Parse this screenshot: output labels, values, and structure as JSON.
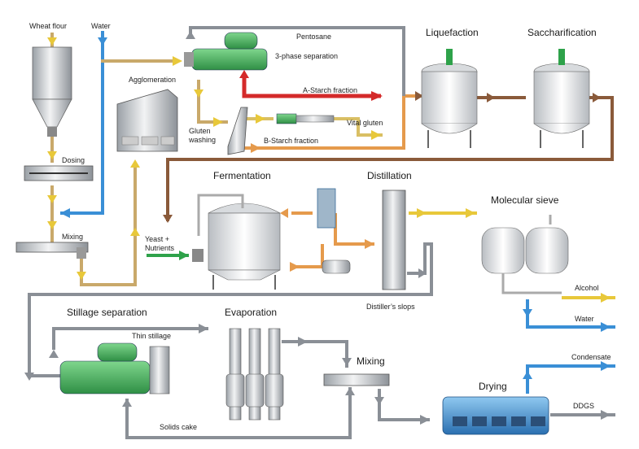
{
  "labels": {
    "wheat_flour": "Wheat flour",
    "water_in": "Water",
    "pentosane": "Pentosane",
    "liquefaction": "Liquefaction",
    "saccharification": "Saccharification",
    "three_phase": "3-phase separation",
    "agglomeration": "Agglomeration",
    "a_starch": "A-Starch fraction",
    "gluten_washing": "Gluten\nwashing",
    "vital_gluten": "Vital gluten",
    "b_starch": "B-Starch fraction",
    "dosing": "Dosing",
    "mixing_top": "Mixing",
    "fermentation": "Fermentation",
    "distillation": "Distillation",
    "molecular_sieve": "Molecular sieve",
    "yeast_nutrients": "Yeast +\nNutrients",
    "distillers_slops": "Distiller’s slops",
    "alcohol": "Alcohol",
    "water_out": "Water",
    "stillage_separation": "Stillage separation",
    "evaporation": "Evaporation",
    "thin_stillage": "Thin stillage",
    "mixing_bottom": "Mixing",
    "condensate": "Condensate",
    "drying": "Drying",
    "ddgs": "DDGS",
    "solids_cake": "Solids cake"
  },
  "colors": {
    "tan": "#c9a96a",
    "brown": "#8a5a3a",
    "blue": "#3a8fd6",
    "red": "#d42a2a",
    "orange": "#e59a4c",
    "gray": "#8a8f96",
    "yellow": "#e8c83a",
    "green": "#2ea24a"
  }
}
